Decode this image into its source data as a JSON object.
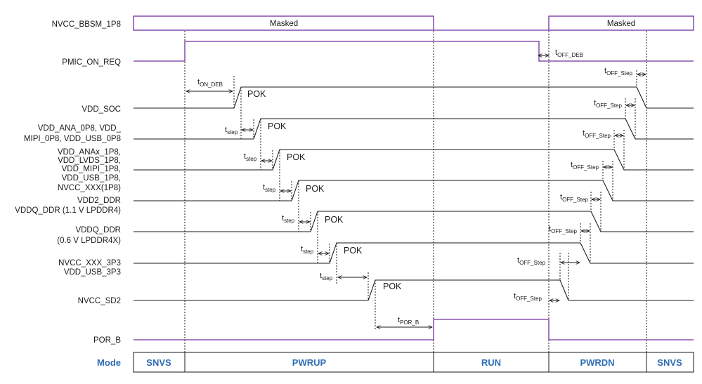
{
  "signals": {
    "nvcc_bbsm": "NVCC_BBSM_1P8",
    "pmic_on_req": "PMIC_ON_REQ",
    "vdd_soc": "VDD_SOC",
    "vdd_ana_0p8": [
      "VDD_ANA_0P8, VDD_",
      "MIPI_0P8, VDD_USB_0P8"
    ],
    "vdd_anax_1p8": [
      "VDD_ANAx_1P8,",
      "VDD_LVDS_1P8,",
      "VDD_MIPI_1P8,",
      "VDD_USB_1P8,",
      "NVCC_XXX(1P8)"
    ],
    "vdd2_ddr": [
      "VDD2_DDR",
      "VDDQ_DDR (1.1 V LPDDR4)"
    ],
    "vddq_ddr": [
      "VDDQ_DDR",
      "(0.6 V LPDDR4X)"
    ],
    "nvcc_3p3": [
      "NVCC_XXX_3P3",
      "VDD_USB_3P3"
    ],
    "nvcc_sd2": "NVCC_SD2",
    "por_b": "POR_B"
  },
  "masked": {
    "left": "Masked",
    "right": "Masked"
  },
  "timing": {
    "t": "t",
    "on_deb_sub": "ON_DEB",
    "off_deb_sub": "OFF_DEB",
    "step_sub": "step",
    "off_step_sub": "OFF_Step",
    "por_b_sub": "POR_B",
    "pok": "POK"
  },
  "modes": {
    "header": "Mode",
    "items": [
      "SNVS",
      "PWRUP",
      "RUN",
      "PWRDN",
      "SNVS"
    ]
  },
  "colors": {
    "signal": "#1a1a1a",
    "purple": "#7030a0",
    "mode_text": "#2f6db5"
  }
}
